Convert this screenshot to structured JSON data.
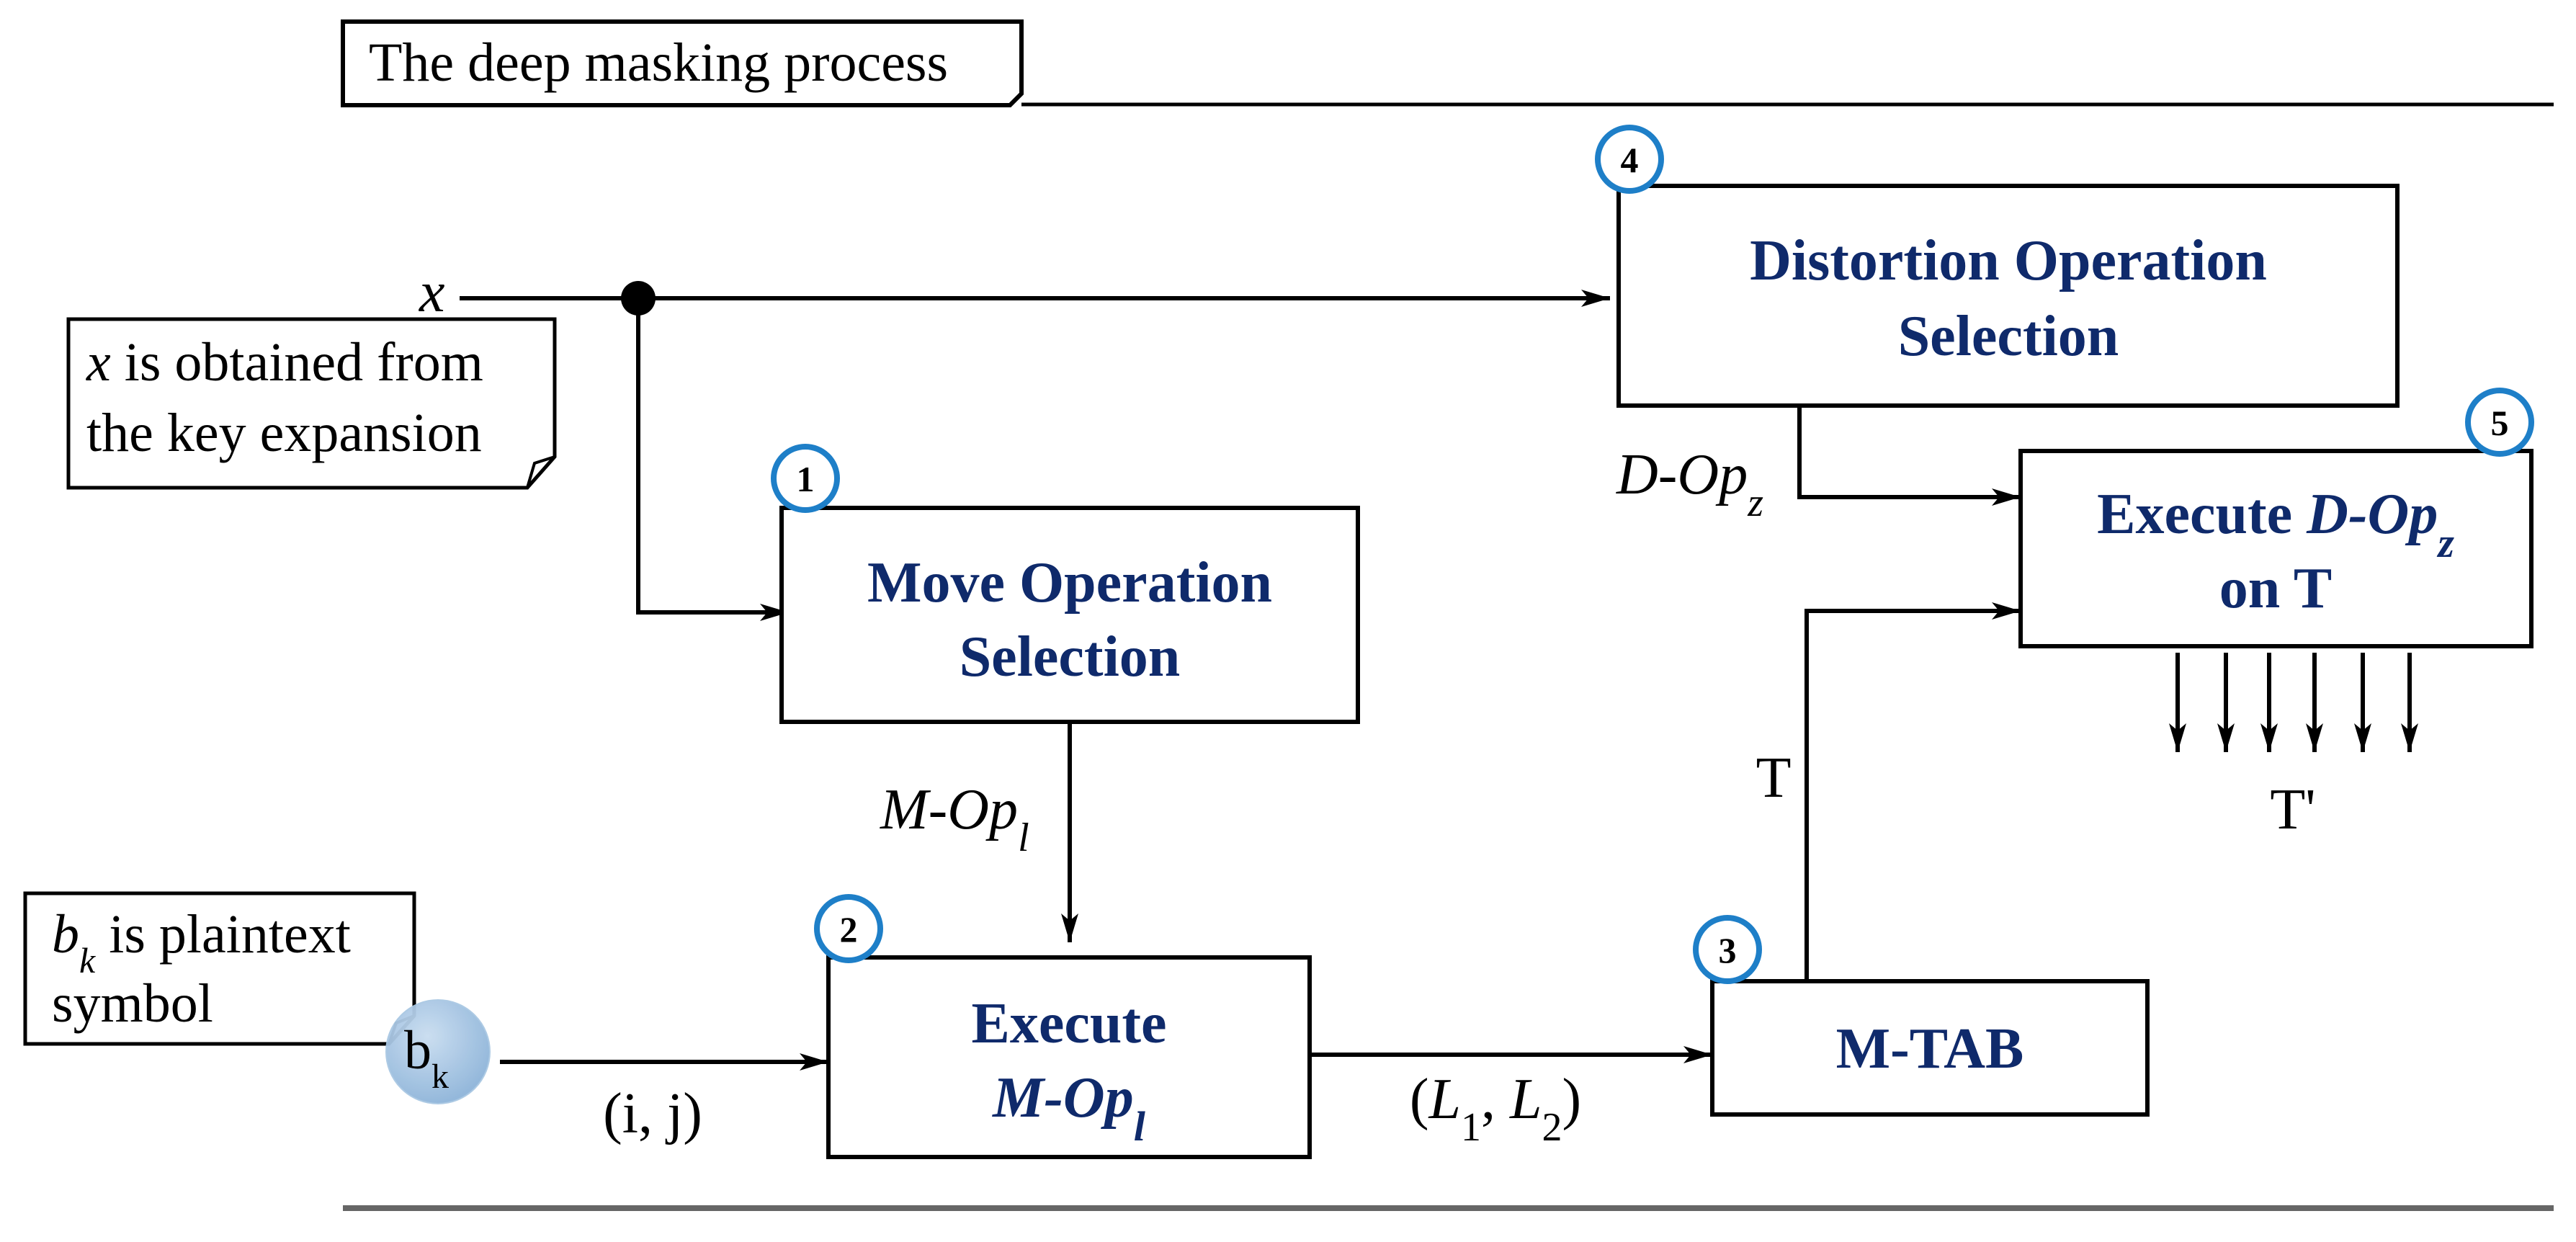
{
  "title": "The deep masking process",
  "colors": {
    "box_text": "#0f2a6b",
    "badge_ring": "#1e7fc8",
    "symbol_fill": "#a9c8e3"
  },
  "notes": {
    "key": {
      "var": "x",
      "line1_rest": " is obtained from",
      "line2": "the key expansion"
    },
    "plaintext": {
      "var": "b",
      "sub": "k",
      "line1_rest": " is plaintext",
      "line2": "symbol"
    }
  },
  "symbol": {
    "base": "b",
    "sub": "k"
  },
  "input_x": "x",
  "boxes": {
    "move_op": {
      "number": "1",
      "line1": "Move Operation",
      "line2": "Selection"
    },
    "execute_m": {
      "number": "2",
      "line1": "Execute",
      "line2_base": "M-Op",
      "line2_sub": "l"
    },
    "m_tab": {
      "number": "3",
      "label": "M-TAB"
    },
    "distortion_op": {
      "number": "4",
      "line1": "Distortion Operation",
      "line2": "Selection"
    },
    "execute_d": {
      "number": "5",
      "line1_pre": "Execute ",
      "line1_base": "D-Op",
      "line1_sub": "z",
      "line2": "on T"
    }
  },
  "edge_labels": {
    "m_op": {
      "base": "M-Op",
      "sub": "l"
    },
    "d_op": {
      "base": "D-Op",
      "sub": "z"
    },
    "ij": "(i, j)",
    "l1l2": {
      "open": "(",
      "a": "L",
      "a_sub": "1",
      "sep": ", ",
      "b": "L",
      "b_sub": "2",
      "close": ")"
    },
    "t": "T",
    "t_prime": "T'"
  }
}
